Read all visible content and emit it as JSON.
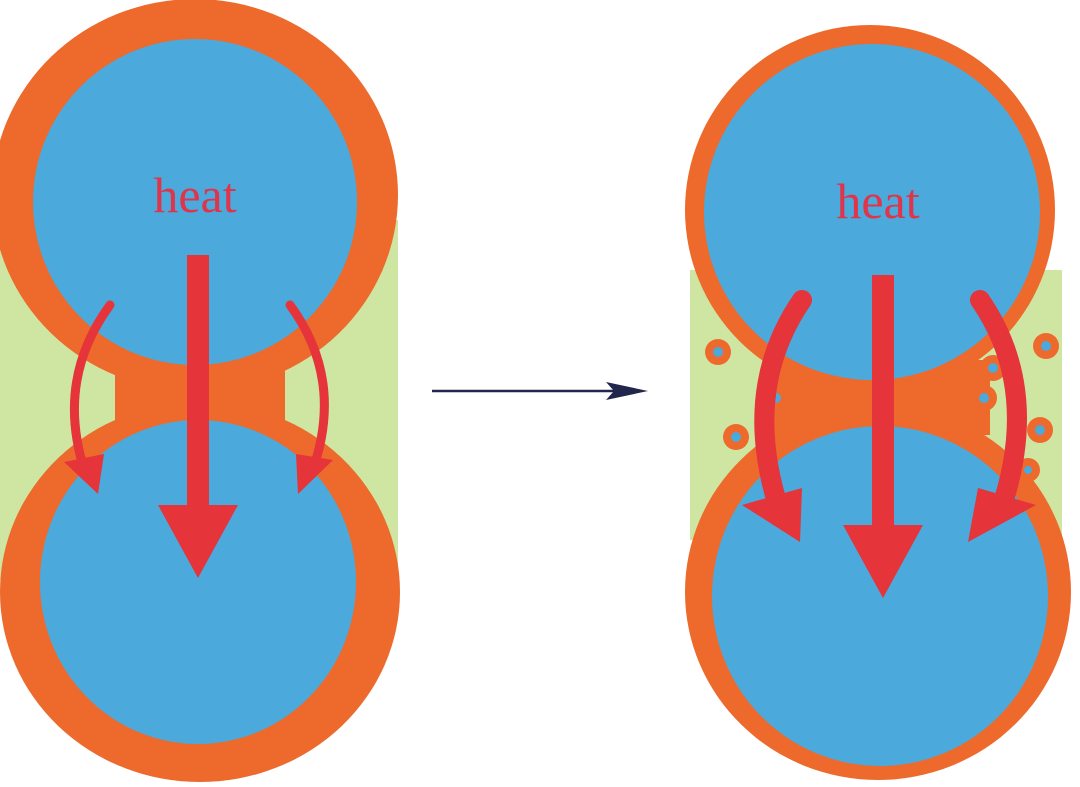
{
  "colors": {
    "background": "#ffffff",
    "particle_core": "#4ba9dc",
    "particle_shell": "#ed6a2c",
    "matrix_fill": "#cfe6a3",
    "heat_arrow": "#e5343a",
    "heat_text": "#e0344a",
    "process_arrow": "#22264d"
  },
  "panels": {
    "before": {
      "heat_label": "heat",
      "icons": [
        "heat-flow-down-arrow-icon",
        "curved-heat-arrow-left-icon",
        "curved-heat-arrow-right-icon"
      ]
    },
    "after": {
      "heat_label": "heat",
      "pore_count": 8,
      "icons": [
        "heat-flow-down-arrow-icon",
        "curved-heat-arrow-left-icon",
        "curved-heat-arrow-right-icon",
        "pore-ring-icon"
      ]
    }
  },
  "transition": {
    "icon": "process-arrow-right-icon"
  }
}
